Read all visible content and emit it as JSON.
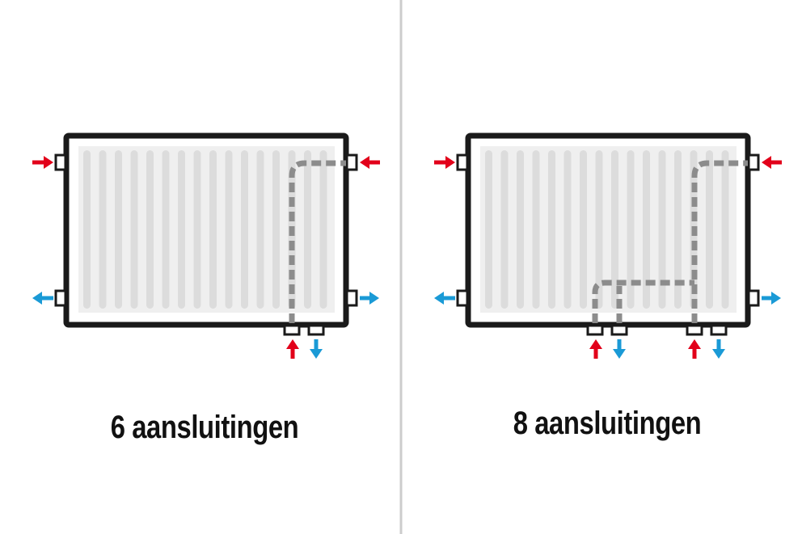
{
  "panels": [
    {
      "caption": "6 aansluitingen",
      "bottom_connections": 1
    },
    {
      "caption": "8 aansluitingen",
      "bottom_connections": 2
    }
  ],
  "colors": {
    "supply": "#e2001a",
    "return": "#1a9ad6",
    "outline": "#1a1a1a",
    "fins": "#dcdcdc",
    "pipe": "#8c8c8c",
    "divider": "#cccccc"
  },
  "icons": [
    "supply-arrow-icon",
    "return-arrow-icon",
    "connector-icon"
  ]
}
